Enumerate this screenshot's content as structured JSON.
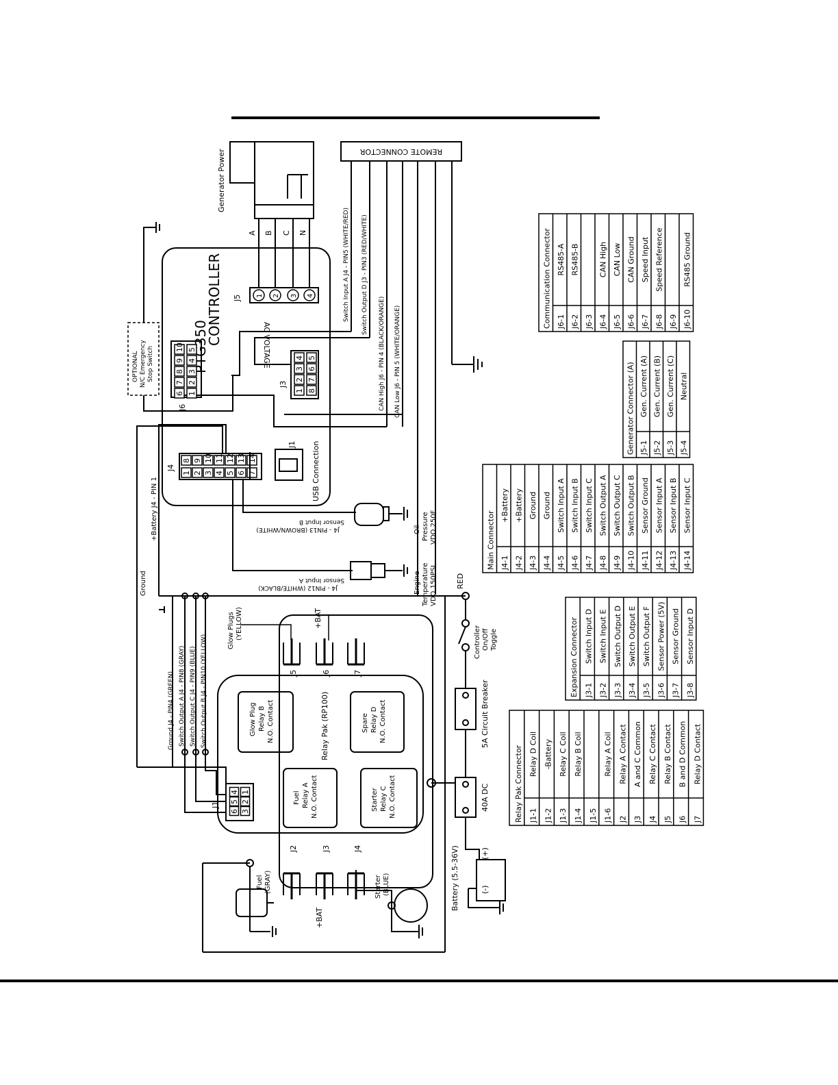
{
  "controller": {
    "model": "PTG350",
    "label": "CONTROLLER"
  },
  "labels": {
    "generator_power": "Generator Power",
    "remote_connector": "REMOTE CONNECTOR",
    "ac_voltage": "AC VOLTAGE",
    "phases": [
      "A",
      "B",
      "C",
      "N"
    ],
    "j5": "J5",
    "j3": "J3",
    "j6": "J6",
    "j4": "J4",
    "j1_usb": "J1",
    "usb_connection": "USB Connection",
    "estop": [
      "OPTIONAL",
      "N/C Emergency",
      "Stop Switch"
    ],
    "switch_input_a": "Switch Input A  J4 - PIN5 (WHITE/RED)",
    "switch_output_d": "Switch Output D  J3 - PIN3 (RED/WHITE)",
    "can_high": "CAN High J6 - PIN 4 (BLACK/ORANGE)",
    "can_low": "CAN Low J6 - PIN 5 (WHITE/ORANGE)",
    "ground": "Ground",
    "battery_pin": "+Battery  J4 - PIN 1",
    "sensor_b": [
      "Sensor Input B",
      "J4 - PIN13 (BROWN/WHITE)"
    ],
    "sensor_a": [
      "Sensor Input A",
      "J4 - PIN12 (WHITE/BLACK)"
    ],
    "oil": [
      "Oil",
      "Pressure",
      "VDO 250F"
    ],
    "engine": [
      "Engine",
      "Temperature",
      "VDO 150PSI"
    ],
    "red": "RED",
    "relay_wires": [
      "Ground J4 - PIN4 (GREEN)",
      "Switch Output A J4 - PIN8 (GRAY)",
      "Switch Output C J4 - PIN9 (BLUE)",
      "Switch Output B J4 - PIN10 (YELLOW)"
    ],
    "glow_plugs": [
      "Glow Plugs",
      "(YELLOW)"
    ],
    "plus_bat": "+BAT",
    "relay_pak": "Relay Pak (RP100)",
    "relay_j5": "J5",
    "relay_j6": "J6",
    "relay_j7": "J7",
    "relay_j2": "J2",
    "relay_j3": "J3",
    "relay_j4": "J4",
    "relay_j1": "J1",
    "glow_relay": [
      "Glow Plug",
      "Relay B",
      "N.O. Contact"
    ],
    "spare_relay": [
      "Spare",
      "Relay D",
      "N.O. Contact"
    ],
    "fuel_relay": [
      "Fuel",
      "Relay A",
      "N.O. Contact"
    ],
    "starter_relay": [
      "Starter",
      "Relay C",
      "N.O. Contact"
    ],
    "toggle": [
      "Controller",
      "On/Off",
      "Toggle"
    ],
    "breaker_5a": "5A Circuit Breaker",
    "fuse_40a": "40A DC",
    "battery": "Battery (5.5-36V)",
    "minus": "(-)",
    "plus": "(+)",
    "fuel_sol": [
      "Fuel",
      "(GRAY)"
    ],
    "starter": [
      "Starter",
      "(BLUE)"
    ],
    "plus_bat2": "+BAT"
  },
  "tables": {
    "communication": {
      "title": "Communication Connector",
      "rows": [
        [
          "J6-1",
          "RS485-A"
        ],
        [
          "J6-2",
          "RS485-B"
        ],
        [
          "J6-3",
          ""
        ],
        [
          "J6-4",
          "CAN High"
        ],
        [
          "J6-5",
          "CAN Low"
        ],
        [
          "J6-6",
          "CAN Ground"
        ],
        [
          "J6-7",
          "Speed Input"
        ],
        [
          "J6-8",
          "Speed Reference"
        ],
        [
          "J6-9",
          ""
        ],
        [
          "J6-10",
          "RS485 Ground"
        ]
      ]
    },
    "generator": {
      "title": "Generator Connector (A)",
      "rows": [
        [
          "J5-1",
          "Gen. Current (A)"
        ],
        [
          "J5-2",
          "Gen. Current (B)"
        ],
        [
          "J5-3",
          "Gen. Current (C)"
        ],
        [
          "J5-4",
          "Neutral"
        ]
      ]
    },
    "main": {
      "title": "Main Connector",
      "rows": [
        [
          "J4-1",
          "+Battery"
        ],
        [
          "J4-2",
          "+Battery"
        ],
        [
          "J4-3",
          "Ground"
        ],
        [
          "J4-4",
          "Ground"
        ],
        [
          "J4-5",
          "Switch Input A"
        ],
        [
          "J4-6",
          "Switch Input B"
        ],
        [
          "J4-7",
          "Switch Input C"
        ],
        [
          "J4-8",
          "Switch Output A"
        ],
        [
          "J4-9",
          "Switch Output C"
        ],
        [
          "J4-10",
          "Switch Output B"
        ],
        [
          "J4-11",
          "Sensor Ground"
        ],
        [
          "J4-12",
          "Sensor Input A"
        ],
        [
          "J4-13",
          "Sensor Input B"
        ],
        [
          "J4-14",
          "Sensor Input C"
        ]
      ]
    },
    "expansion": {
      "title": "Expansion Connector",
      "rows": [
        [
          "J3-1",
          "Switch Input D"
        ],
        [
          "J3-2",
          "Switch Input E"
        ],
        [
          "J3-3",
          "Switch Output D"
        ],
        [
          "J3-4",
          "Switch Output E"
        ],
        [
          "J3-5",
          "Switch Output F"
        ],
        [
          "J3-6",
          "Sensor Power (5V)"
        ],
        [
          "J3-7",
          "Sensor Ground"
        ],
        [
          "J3-8",
          "Sensor Input D"
        ]
      ]
    },
    "relaypak": {
      "title": "Relay Pak Connector",
      "rows": [
        [
          "J1-1",
          "Relay D Coil"
        ],
        [
          "J1-2",
          "-Battery"
        ],
        [
          "J1-3",
          "Relay C Coil"
        ],
        [
          "J1-4",
          "Relay B Coil"
        ],
        [
          "J1-5",
          ""
        ],
        [
          "J1-6",
          "Relay A Coil"
        ],
        [
          "J2",
          "Relay A Contact"
        ],
        [
          "J3",
          "A and C Common"
        ],
        [
          "J4",
          "Relay C Contact"
        ],
        [
          "J5",
          "Relay B Contact"
        ],
        [
          "J6",
          "B and D Common"
        ],
        [
          "J7",
          "Relay D Contact"
        ]
      ]
    }
  },
  "pins": {
    "j6_top": [
      "10",
      "9",
      "8",
      "7",
      "6"
    ],
    "j6_bot": [
      "5",
      "4",
      "3",
      "2",
      "1"
    ],
    "j3_top": [
      "4",
      "3",
      "2",
      "1"
    ],
    "j3_bot": [
      "5",
      "6",
      "7",
      "8"
    ],
    "j4_left": [
      "8",
      "9",
      "10",
      "11",
      "12",
      "13",
      "14"
    ],
    "j4_right": [
      "1",
      "2",
      "3",
      "4",
      "5",
      "6",
      "7"
    ],
    "j5": [
      "1",
      "2",
      "3",
      "4"
    ],
    "relay_j1_top": [
      "4",
      "5",
      "6"
    ],
    "relay_j1_bot": [
      "1",
      "2",
      "3"
    ]
  }
}
